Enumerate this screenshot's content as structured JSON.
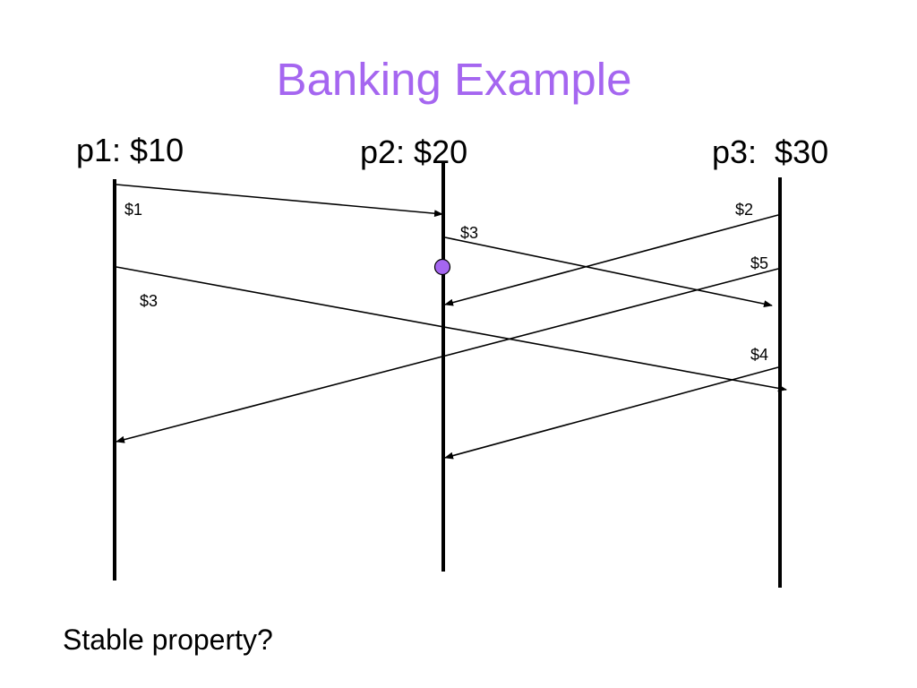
{
  "slide": {
    "title": "Banking Example",
    "question": "Stable property?"
  },
  "processes": [
    {
      "id": "p1",
      "label": "p1: $10"
    },
    {
      "id": "p2",
      "label": "p2: $20"
    },
    {
      "id": "p3",
      "label": "p3:  $30"
    }
  ],
  "messages": [
    {
      "id": "m1",
      "from": "p1",
      "to": "p2",
      "label": "$1"
    },
    {
      "id": "m2",
      "from": "p3",
      "to": "p2",
      "label": "$2"
    },
    {
      "id": "m3a",
      "from": "p2",
      "to": "p3",
      "label": "$3"
    },
    {
      "id": "m5",
      "from": "p3",
      "to": "p1",
      "label": "$5"
    },
    {
      "id": "m3b",
      "from": "p1",
      "to": "p3",
      "label": "$3"
    },
    {
      "id": "m4",
      "from": "p3",
      "to": "p2",
      "label": "$4"
    }
  ],
  "colors": {
    "title": "#a566f0",
    "snapshot_marker": "#a566f0",
    "lines": "#000000"
  }
}
